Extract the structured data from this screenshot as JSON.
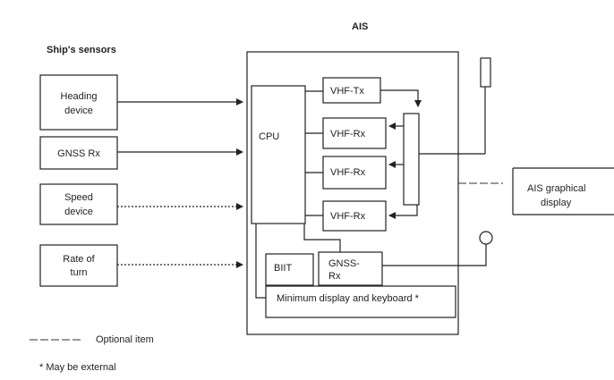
{
  "title": "AIS",
  "sensors_heading": "Ship's sensors",
  "sensors": {
    "heading": [
      "Heading",
      "device"
    ],
    "gnss": "GNSS Rx",
    "speed": [
      "Speed",
      "device"
    ],
    "rot": [
      "Rate of",
      "turn"
    ]
  },
  "ais": {
    "cpu": "CPU",
    "vhf_tx": "VHF-Tx",
    "vhf_rx1": "VHF-Rx",
    "vhf_rx2": "VHF-Rx",
    "vhf_rx3": "VHF-Rx",
    "biit": "BIIT",
    "gnss_rx": [
      "GNSS-",
      "Rx"
    ],
    "min_display": "Minimum display and keyboard *"
  },
  "external_display": [
    "AIS graphical",
    "display"
  ],
  "legend": {
    "optional": "Optional item",
    "external_note": "* May be external"
  }
}
